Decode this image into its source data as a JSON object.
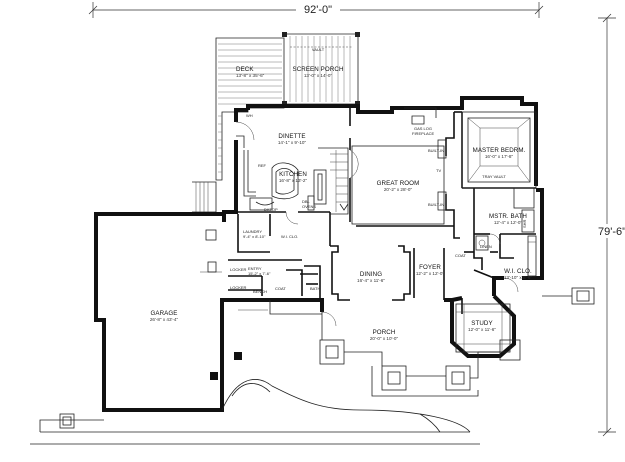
{
  "overall_dimensions": {
    "width": "92'-0\"",
    "depth": "79'-6\""
  },
  "rooms": [
    {
      "id": "deck",
      "name": "DECK",
      "size": "13'-8\" x 35'-6\""
    },
    {
      "id": "screen_porch",
      "name": "SCREEN PORCH",
      "size": "13'-0\" x 14'-0\""
    },
    {
      "id": "dinette",
      "name": "DINETTE",
      "size": "14'-1\" x 9'-10\""
    },
    {
      "id": "kitchen",
      "name": "KITCHEN",
      "size": "16'-8\" x 13'-2\""
    },
    {
      "id": "great_room",
      "name": "GREAT ROOM",
      "size": "20'-2\" x 28'-0\""
    },
    {
      "id": "master_bedroom",
      "name": "MASTER BEDRM.",
      "size": "16'-0\" x 17'-8\""
    },
    {
      "id": "mstr_bath",
      "name": "MSTR. BATH",
      "size": "12'-4\" x 12'-0\""
    },
    {
      "id": "wi_clo_master",
      "name": "W.I. CLO.",
      "size": "13'-10\" x 8'-6\""
    },
    {
      "id": "garage",
      "name": "GARAGE",
      "size": "26'-8\" x 43'-4\""
    },
    {
      "id": "laundry",
      "name": "LAUNDRY",
      "size": "9'-4\" x 8'-10\""
    },
    {
      "id": "entry",
      "name": "ENTRY",
      "size": "15'-2\" x 7'-6\""
    },
    {
      "id": "dining",
      "name": "DINING",
      "size": "16'-4\" x 11'-6\""
    },
    {
      "id": "foyer",
      "name": "FOYER",
      "size": "12'-2\" x 12'-0\""
    },
    {
      "id": "study",
      "name": "STUDY",
      "size": "12'-0\" x 11'-6\""
    },
    {
      "id": "porch",
      "name": "PORCH",
      "size": "20'-0\" x 10'-0\""
    }
  ],
  "annotations": {
    "vault": "VAULT",
    "tray_vault": "TRAY VAULT",
    "gas_log_fireplace_1": "GAS LOG",
    "gas_log_fireplace_2": "FIREPLACE",
    "built_in_1": "BUILT-IN",
    "built_in_2": "BUILT-IN",
    "tv": "TV",
    "ref": "REF",
    "dbl_ovens_1": "DBL",
    "dbl_ovens_2": "OVENS",
    "pantry": "DKTOP",
    "wi_clo_small": "W.I. CLO.",
    "lockers_1": "LOCKER",
    "lockers_2": "LOCKER",
    "bench": "BENCH",
    "coat_1": "COAT",
    "coat_2": "COAT",
    "bath": "BATH",
    "linen": "LINEN",
    "shower": "SHR",
    "wh": "WH"
  }
}
